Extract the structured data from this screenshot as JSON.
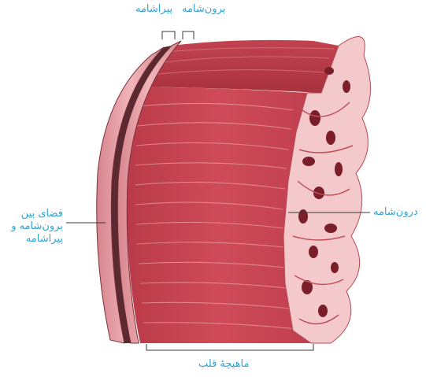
{
  "colors": {
    "label": "#2ea3d6",
    "leader": "#3a3a3a",
    "muscle_dark": "#a8323e",
    "muscle_mid": "#c94453",
    "muscle_light": "#dc6a75",
    "fiber": "#f1b9bd",
    "endocardium": "#f4c9cc",
    "pericardium": "#eba3aa",
    "pericardium_edge": "#7a3038"
  },
  "labels": {
    "epicardium": "برون‌شامه",
    "pericardium": "پیراشامه",
    "endocardium": "درون‌شامه",
    "pericardial_space_line1": "فضای بین",
    "pericardial_space_line2": "برون‌شامه و",
    "pericardial_space_line3": "پیراشامه",
    "myocardium": "ماهیچهٔ قلب"
  }
}
